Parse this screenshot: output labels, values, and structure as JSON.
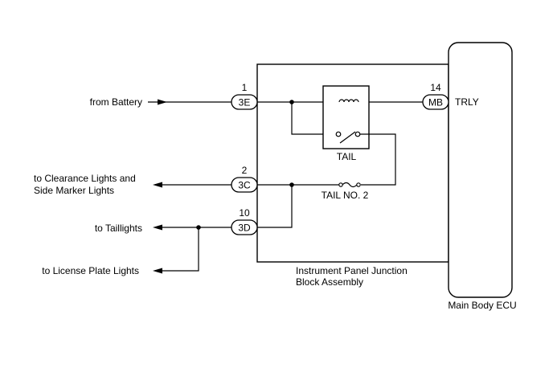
{
  "left_labels": {
    "battery": "from Battery",
    "clearance_line1": "to Clearance Lights and",
    "clearance_line2": "Side Marker Lights",
    "taillights": "to Taillights",
    "license": "to License Plate Lights"
  },
  "connectors": {
    "c3e": {
      "pin": "1",
      "code": "3E"
    },
    "c3c": {
      "pin": "2",
      "code": "3C"
    },
    "c3d": {
      "pin": "10",
      "code": "3D"
    },
    "cmb": {
      "pin": "14",
      "code": "MB"
    }
  },
  "relay_label": "TAIL",
  "fuse_label": "TAIL NO. 2",
  "trly_label": "TRLY",
  "junction_block": {
    "line1": "Instrument Panel Junction",
    "line2": "Block Assembly"
  },
  "ecu_label": "Main Body ECU"
}
